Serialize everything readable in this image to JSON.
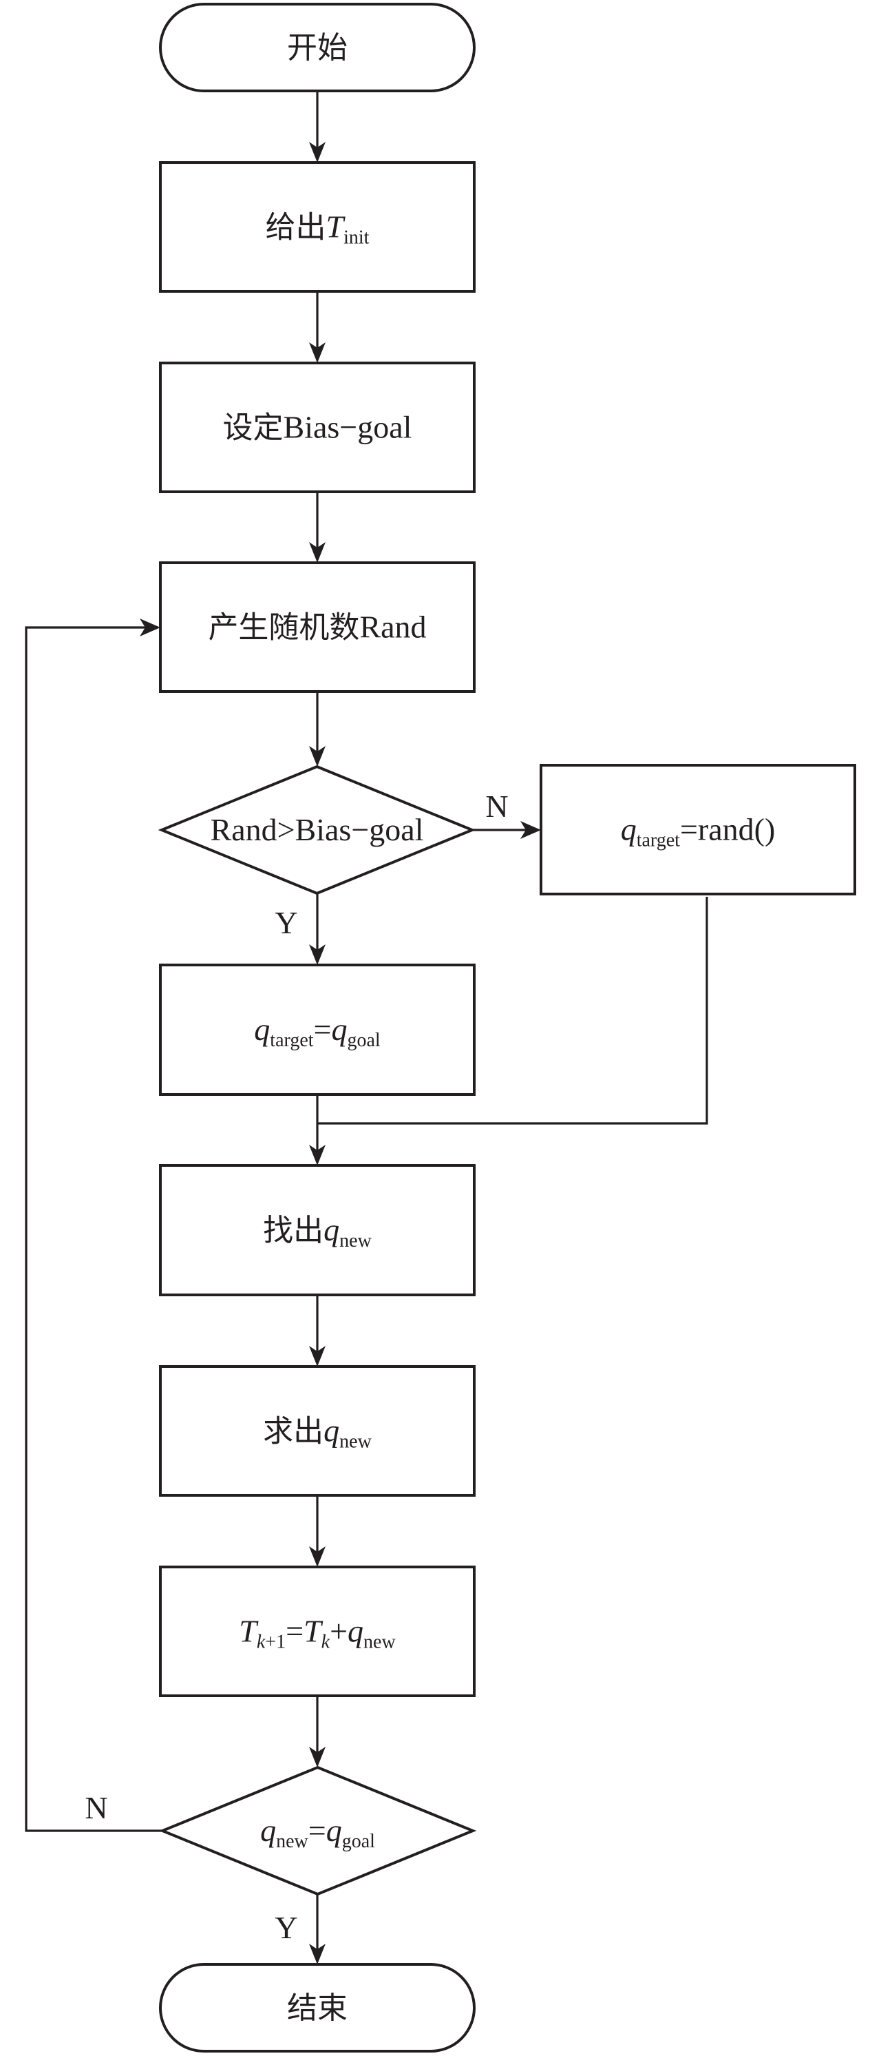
{
  "diagram": {
    "type": "flowchart",
    "colors": {
      "stroke": "#231f20",
      "text": "#231f20",
      "background": "#ffffff"
    },
    "nodes": [
      {
        "id": "start",
        "kind": "terminator",
        "parts": [
          {
            "t": "开始",
            "cls": "cjk"
          }
        ]
      },
      {
        "id": "init-tree",
        "kind": "process",
        "parts": [
          {
            "t": "给出",
            "cls": "cjk"
          },
          {
            "t": "T",
            "cls": "ital"
          },
          {
            "t": "init",
            "cls": "sub"
          }
        ]
      },
      {
        "id": "set-bias",
        "kind": "process",
        "parts": [
          {
            "t": "设定",
            "cls": "cjk"
          },
          {
            "t": "Bias−goal",
            "cls": ""
          }
        ]
      },
      {
        "id": "gen-rand",
        "kind": "process",
        "parts": [
          {
            "t": "产生随机数",
            "cls": "cjk"
          },
          {
            "t": "Rand",
            "cls": ""
          }
        ]
      },
      {
        "id": "check-bias",
        "kind": "decision",
        "parts": [
          {
            "t": "Rand>Bias−goal",
            "cls": ""
          }
        ]
      },
      {
        "id": "target-rand",
        "kind": "process",
        "parts": [
          {
            "t": "q",
            "cls": "ital"
          },
          {
            "t": "target",
            "cls": "sub"
          },
          {
            "t": "=rand()",
            "cls": ""
          }
        ]
      },
      {
        "id": "target-goal",
        "kind": "process",
        "parts": [
          {
            "t": "q",
            "cls": "ital"
          },
          {
            "t": "target",
            "cls": "sub"
          },
          {
            "t": "=",
            "cls": ""
          },
          {
            "t": "q",
            "cls": "ital"
          },
          {
            "t": "goal",
            "cls": "sub"
          }
        ]
      },
      {
        "id": "find-new",
        "kind": "process",
        "parts": [
          {
            "t": "找出",
            "cls": "cjk"
          },
          {
            "t": "q",
            "cls": "ital"
          },
          {
            "t": "new",
            "cls": "sub"
          }
        ]
      },
      {
        "id": "compute-new",
        "kind": "process",
        "parts": [
          {
            "t": "求出",
            "cls": "cjk"
          },
          {
            "t": "q",
            "cls": "ital"
          },
          {
            "t": "new",
            "cls": "sub"
          }
        ]
      },
      {
        "id": "update-tree",
        "kind": "process",
        "parts": [
          {
            "t": "T",
            "cls": "ital"
          },
          {
            "t": "k",
            "cls": "sub ital"
          },
          {
            "t": "+1",
            "cls": "sub"
          },
          {
            "t": "=",
            "cls": ""
          },
          {
            "t": "T",
            "cls": "ital"
          },
          {
            "t": "k",
            "cls": "sub ital"
          },
          {
            "t": "+",
            "cls": ""
          },
          {
            "t": "q",
            "cls": "ital"
          },
          {
            "t": "new",
            "cls": "sub"
          }
        ]
      },
      {
        "id": "check-goal",
        "kind": "decision",
        "parts": [
          {
            "t": "q",
            "cls": "ital"
          },
          {
            "t": "new",
            "cls": "sub"
          },
          {
            "t": "=",
            "cls": ""
          },
          {
            "t": "q",
            "cls": "ital"
          },
          {
            "t": "goal",
            "cls": "sub"
          }
        ]
      },
      {
        "id": "end",
        "kind": "terminator",
        "parts": [
          {
            "t": "结束",
            "cls": "cjk"
          }
        ]
      }
    ],
    "edges": [
      {
        "from": "start",
        "to": "init-tree",
        "label": ""
      },
      {
        "from": "init-tree",
        "to": "set-bias",
        "label": ""
      },
      {
        "from": "set-bias",
        "to": "gen-rand",
        "label": ""
      },
      {
        "from": "gen-rand",
        "to": "check-bias",
        "label": ""
      },
      {
        "from": "check-bias",
        "to": "target-rand",
        "label": "N"
      },
      {
        "from": "check-bias",
        "to": "target-goal",
        "label": "Y"
      },
      {
        "from": "target-goal",
        "to": "find-new",
        "label": ""
      },
      {
        "from": "target-rand",
        "to": "find-new",
        "label": ""
      },
      {
        "from": "find-new",
        "to": "compute-new",
        "label": ""
      },
      {
        "from": "compute-new",
        "to": "update-tree",
        "label": ""
      },
      {
        "from": "update-tree",
        "to": "check-goal",
        "label": ""
      },
      {
        "from": "check-goal",
        "to": "gen-rand",
        "label": "N"
      },
      {
        "from": "check-goal",
        "to": "end",
        "label": "Y"
      }
    ],
    "labels": {
      "bias_no": "N",
      "bias_yes": "Y",
      "goal_no": "N",
      "goal_yes": "Y"
    }
  }
}
